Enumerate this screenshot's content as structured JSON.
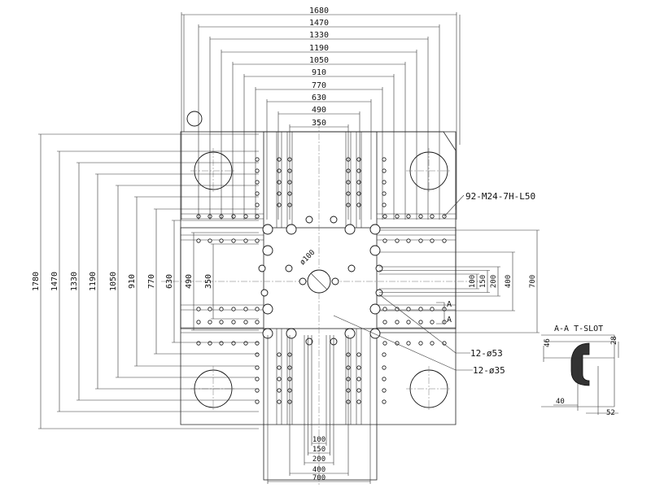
{
  "diagram": {
    "top_dims": [
      "1680",
      "1470",
      "1330",
      "1190",
      "1050",
      "910",
      "770",
      "630",
      "490",
      "350"
    ],
    "left_dims": [
      "1780",
      "1470",
      "1330",
      "1190",
      "1050",
      "910",
      "770",
      "630",
      "490",
      "350"
    ],
    "right_dims": [
      "100",
      "150",
      "200",
      "400",
      "700"
    ],
    "bottom_dims": [
      "100",
      "150",
      "200",
      "400",
      "700"
    ],
    "callouts": {
      "bolt_holes": "92-M24-7H-L50",
      "large_holes": "12-ø53",
      "small_holes": "12-ø35",
      "center_bore": "ø100",
      "section_mark": "A"
    },
    "section": {
      "title": "A-A  T-SLOT",
      "dims": [
        "46",
        "28",
        "40",
        "52"
      ]
    }
  }
}
